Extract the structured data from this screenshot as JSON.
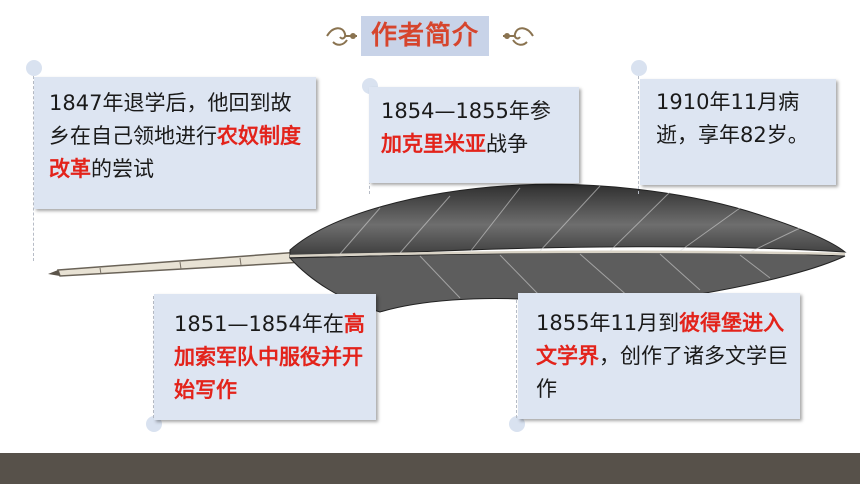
{
  "title": "作者简介",
  "cards": [
    {
      "pre": "1847年退学后，他回到故乡在自己领地进行",
      "hl": "农奴制度改革",
      "post": "的尝试"
    },
    {
      "pre": "1854—1855年参",
      "hl": "加克里米亚",
      "post": "战争"
    },
    {
      "pre": "1910年11月病逝，享年82岁。",
      "hl": "",
      "post": ""
    },
    {
      "pre": "1851—1854年在",
      "hl": "高加索军队中服役并开始写作",
      "post": ""
    },
    {
      "pre": "1855年11月到",
      "hl": "彼得堡进入文学界",
      "post": "，创作了诸多文学巨作"
    }
  ],
  "colors": {
    "highlight": "#e3231b",
    "title": "#d6452d",
    "card_bg": "#dde5f2",
    "bar": "#57514a"
  },
  "icons": [
    "left-ornament-icon",
    "right-ornament-icon",
    "quill-feather-icon"
  ]
}
